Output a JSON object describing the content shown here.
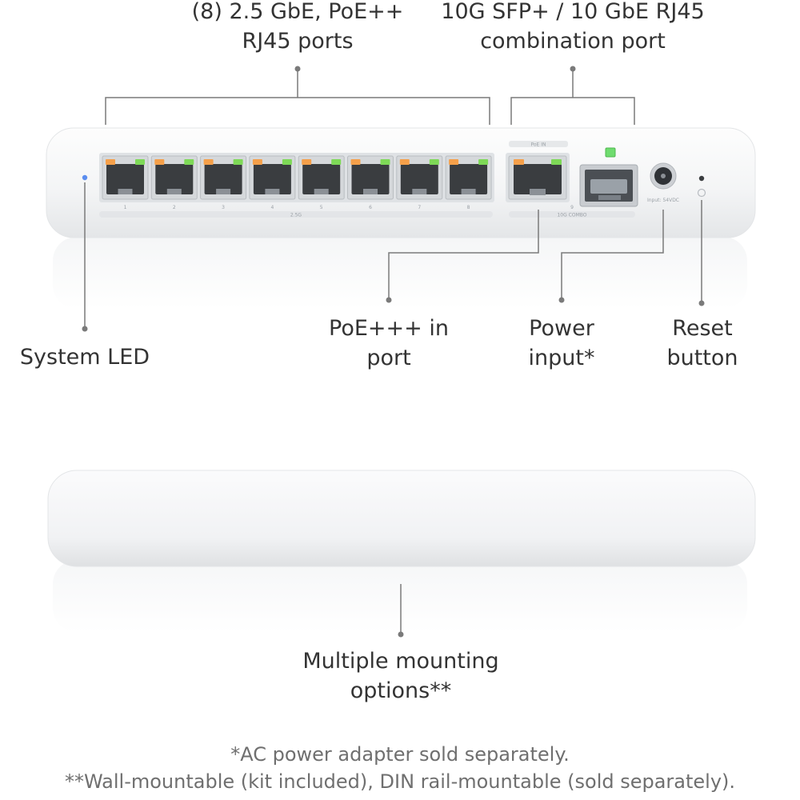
{
  "labels": {
    "rj45_ports": {
      "line1": "(8) 2.5 GbE, PoE++",
      "line2": "RJ45 ports"
    },
    "combo_port": {
      "line1": "10G SFP+ / 10 GbE RJ45",
      "line2": "combination port"
    },
    "system_led": "System LED",
    "poe_in": {
      "line1": "PoE+++ in",
      "line2": "port"
    },
    "power_input": {
      "line1": "Power",
      "line2": "input*"
    },
    "reset_button": {
      "line1": "Reset",
      "line2": "button"
    },
    "mounting": {
      "line1": "Multiple mounting",
      "line2": "options**"
    }
  },
  "device": {
    "port_numbers": [
      "1",
      "2",
      "3",
      "4",
      "5",
      "6",
      "7",
      "8"
    ],
    "port_speed_label": "2.5G",
    "poe_in_label": "PoE IN",
    "combo_port_number": "9",
    "combo_label": "10G COMBO",
    "power_label": "Input: 54VDC"
  },
  "footnotes": {
    "note1": "*AC power adapter sold separately.",
    "note2": "**Wall-mountable (kit included), DIN rail-mountable (sold separately)."
  },
  "colors": {
    "led_orange": "#f5a04a",
    "led_green": "#7ed957",
    "system_led_blue": "#5b8def",
    "sfp_led_green": "#6fdc6f",
    "callout_line": "#7a7a7a",
    "chassis": "#f6f7f8"
  }
}
